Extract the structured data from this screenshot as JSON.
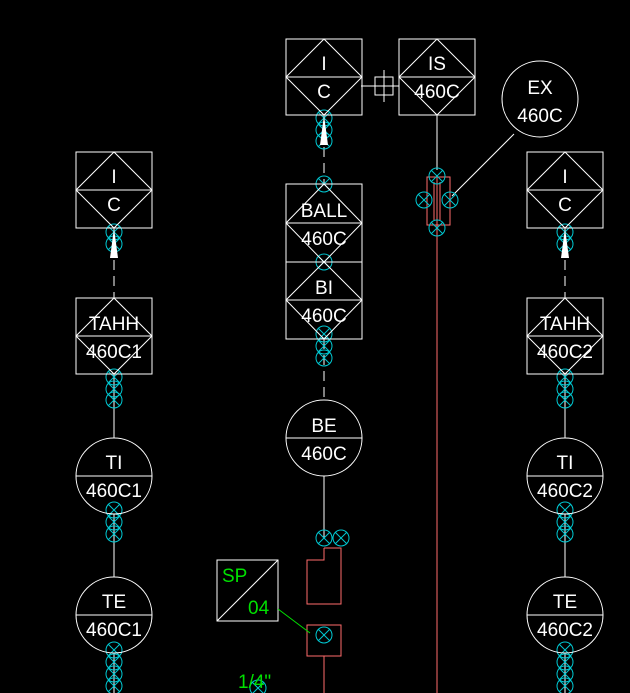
{
  "colors": {
    "background": "#000000",
    "line": "#ffffff",
    "connector": "#00c8d2",
    "pipe": "#ff6b6b",
    "special": "#00e000"
  },
  "instruments": {
    "ic_left": {
      "top": "I",
      "bottom": "C"
    },
    "ic_center": {
      "top": "I",
      "bottom": "C"
    },
    "is": {
      "top": "IS",
      "bottom": "460C"
    },
    "ic_right": {
      "top": "I",
      "bottom": "C"
    },
    "ex": {
      "top": "EX",
      "bottom": "460C"
    },
    "ball": {
      "top": "BALL",
      "bottom": "460C"
    },
    "bi": {
      "top": "BI",
      "bottom": "460C"
    },
    "be": {
      "top": "BE",
      "bottom": "460C"
    },
    "tahh_left": {
      "top": "TAHH",
      "bottom": "460C1"
    },
    "tahh_right": {
      "top": "TAHH",
      "bottom": "460C2"
    },
    "ti_left": {
      "top": "TI",
      "bottom": "460C1"
    },
    "ti_right": {
      "top": "TI",
      "bottom": "460C2"
    },
    "te_left": {
      "top": "TE",
      "bottom": "460C1"
    },
    "te_right": {
      "top": "TE",
      "bottom": "460C2"
    },
    "sp": {
      "top": "SP",
      "bottom": "04"
    }
  },
  "pipe_size": "1/4\""
}
